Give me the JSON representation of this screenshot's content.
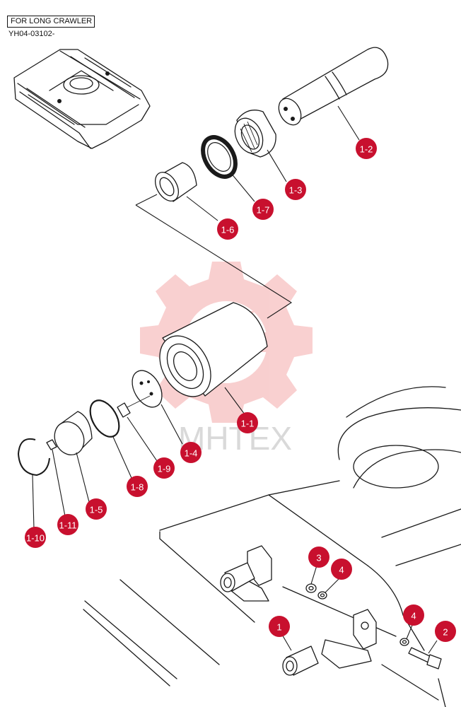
{
  "header": {
    "box_label": "FOR LONG CRAWLER",
    "code": "YH04-03102-"
  },
  "watermark": "MHTEX",
  "colors": {
    "badge": "#c8102e",
    "badge_text": "#ffffff",
    "line": "#1a1a1a",
    "watermark_gear": "#f7caca"
  },
  "callouts": [
    {
      "id": "c-1-2",
      "label": "1-2"
    },
    {
      "id": "c-1-3",
      "label": "1-3"
    },
    {
      "id": "c-1-7",
      "label": "1-7"
    },
    {
      "id": "c-1-6",
      "label": "1-6"
    },
    {
      "id": "c-1-1",
      "label": "1-1"
    },
    {
      "id": "c-1-4",
      "label": "1-4"
    },
    {
      "id": "c-1-9",
      "label": "1-9"
    },
    {
      "id": "c-1-8",
      "label": "1-8"
    },
    {
      "id": "c-1-5",
      "label": "1-5"
    },
    {
      "id": "c-1-11",
      "label": "1-11"
    },
    {
      "id": "c-1-10",
      "label": "1-10"
    },
    {
      "id": "c-3",
      "label": "3"
    },
    {
      "id": "c-4a",
      "label": "4"
    },
    {
      "id": "c-4b",
      "label": "4"
    },
    {
      "id": "c-1",
      "label": "1"
    },
    {
      "id": "c-2",
      "label": "2"
    }
  ]
}
